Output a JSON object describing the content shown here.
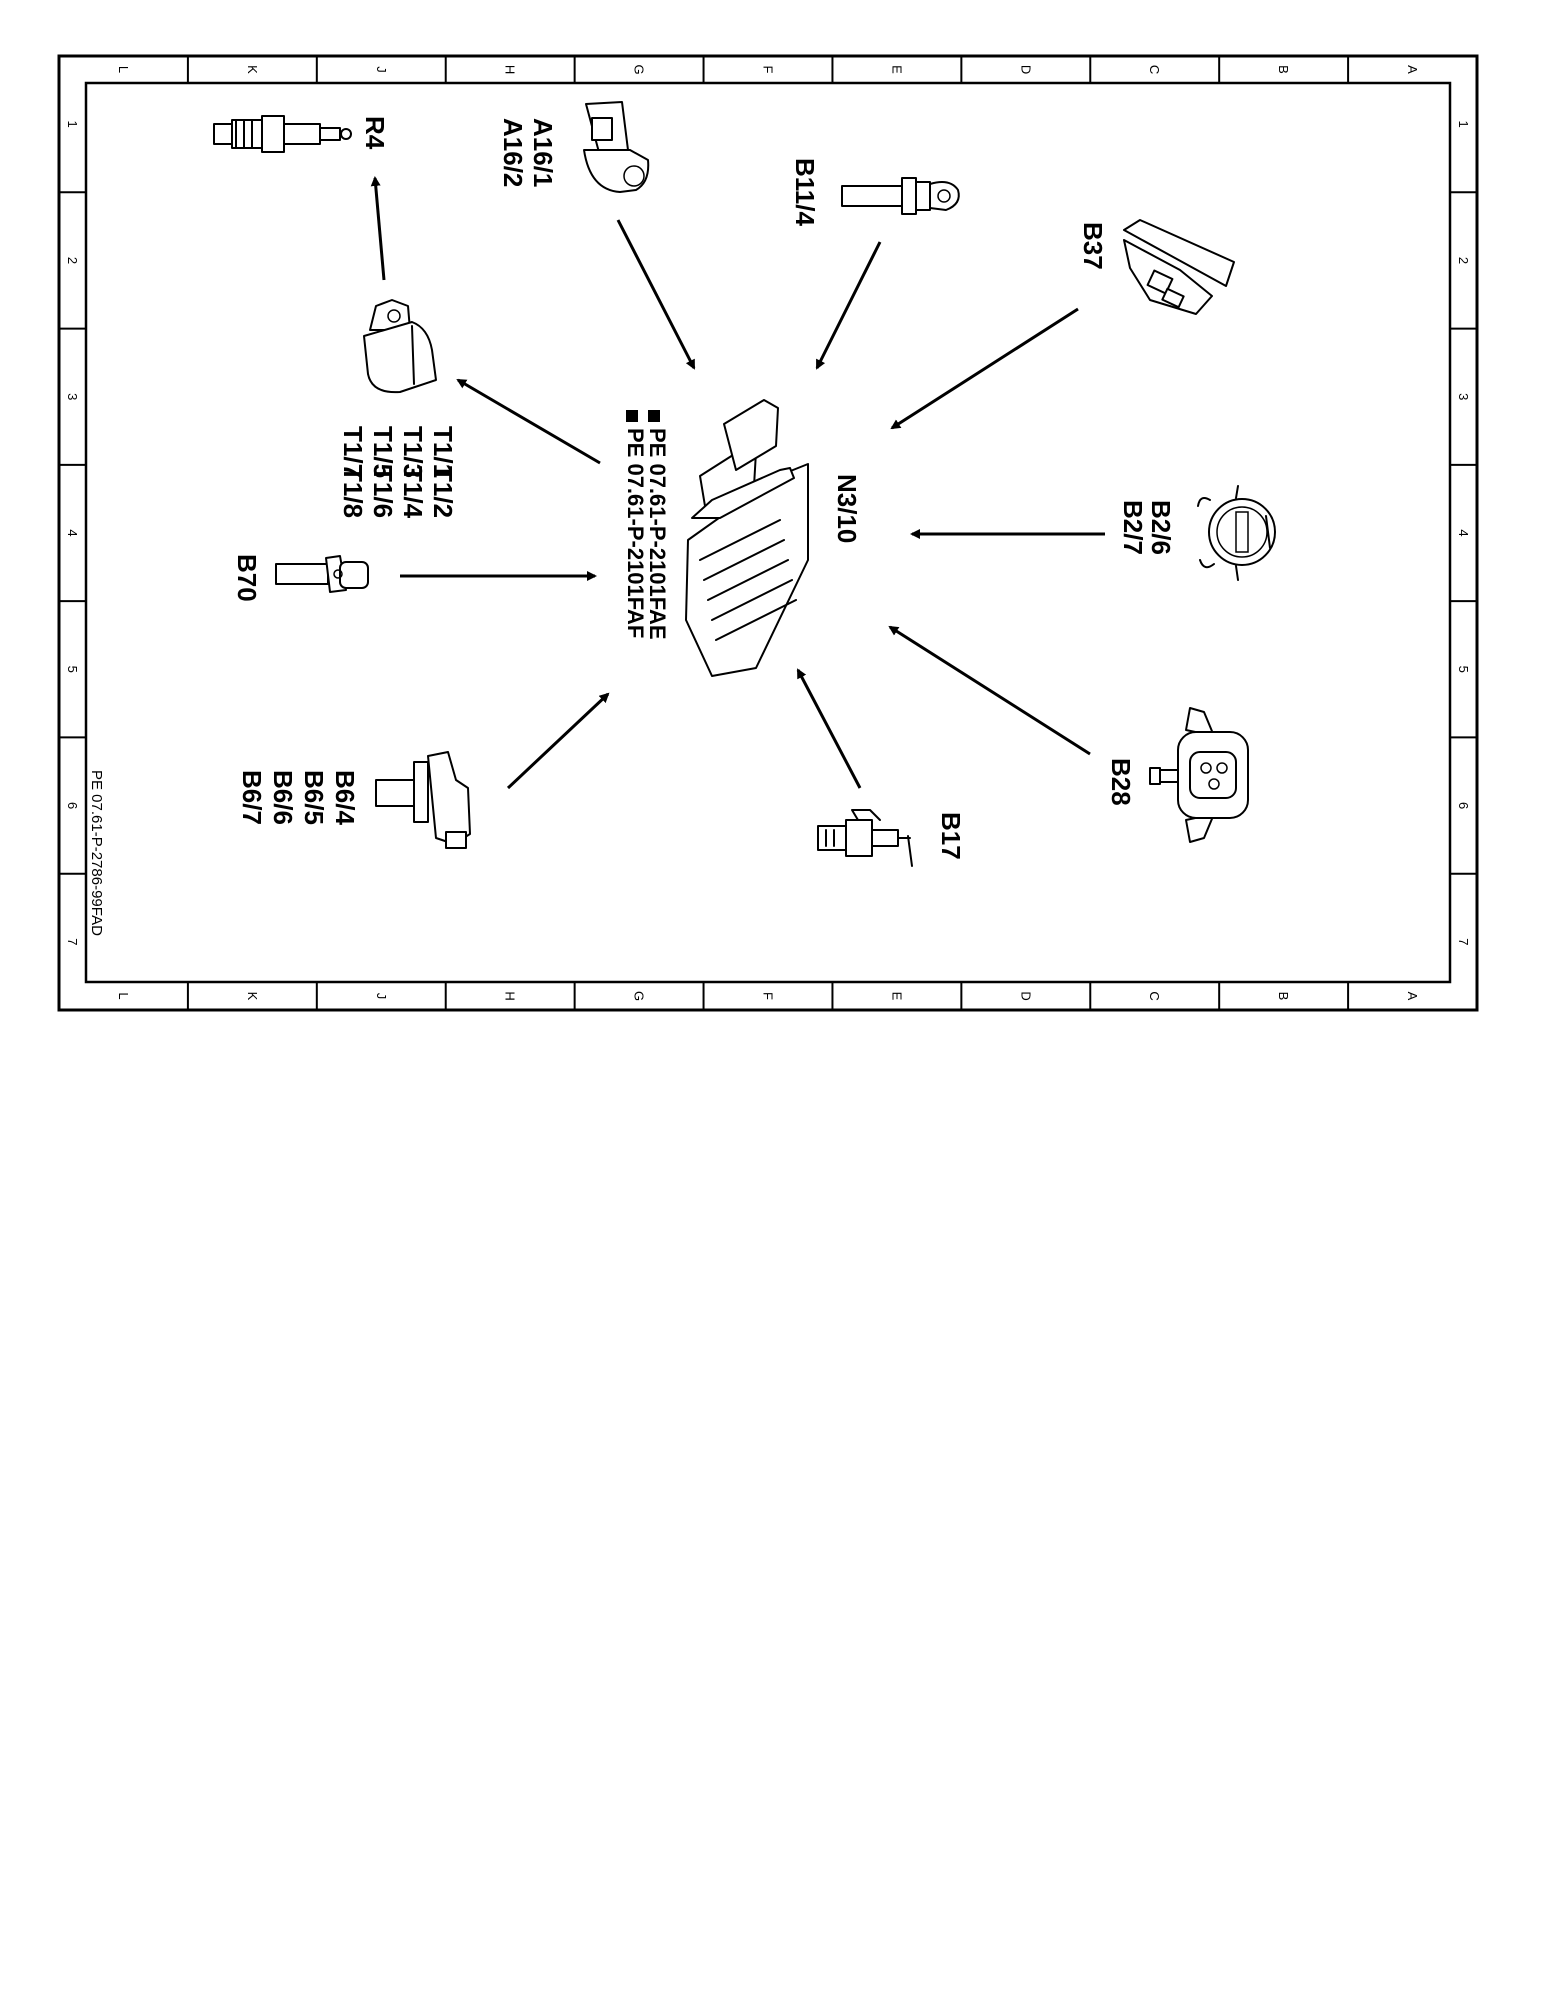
{
  "grid": {
    "letters": [
      "L",
      "K",
      "J",
      "H",
      "G",
      "F",
      "E",
      "D",
      "C",
      "B",
      "A"
    ],
    "numbers": [
      "1",
      "2",
      "3",
      "4",
      "5",
      "6",
      "7"
    ]
  },
  "drawing_id": "PE 07.61-P-2786-99FAD",
  "center_label": "N3/10",
  "references": [
    "PE 07.61-P-2101FAE",
    "PE 07.61-P-2101FAF"
  ],
  "components": {
    "r4": "R4",
    "a16": [
      "A16/1",
      "A16/2"
    ],
    "b11_4": "B11/4",
    "b37": "B37",
    "b2": [
      "B2/6",
      "B2/7"
    ],
    "b28": "B28",
    "b17": "B17",
    "b6": [
      "B6/4",
      "B6/5",
      "B6/6",
      "B6/7"
    ],
    "b70": "B70",
    "t1": [
      "T1/1",
      "T1/2",
      "T1/3",
      "T1/4",
      "T1/5",
      "T1/6",
      "T1/7",
      "T1/8"
    ]
  },
  "icons": [
    "spark-plug-icon",
    "knock-sensor-icon",
    "temperature-sensor-icon",
    "pedal-sensor-icon",
    "air-flow-sensor-icon",
    "pressure-sensor-icon",
    "coolant-sensor-icon",
    "camshaft-sensor-icon",
    "crankshaft-sensor-icon",
    "ignition-coil-icon",
    "control-unit-icon"
  ],
  "colors": {
    "ink": "#000000",
    "paper": "#ffffff"
  }
}
